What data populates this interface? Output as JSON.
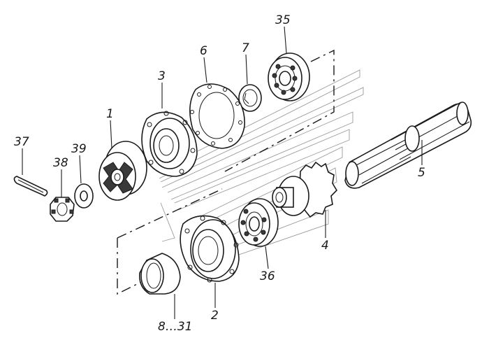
{
  "callouts": [
    {
      "id": "c35",
      "text": "35"
    },
    {
      "id": "c6",
      "text": "6"
    },
    {
      "id": "c7",
      "text": "7"
    },
    {
      "id": "c3",
      "text": "3"
    },
    {
      "id": "c1",
      "text": "1"
    },
    {
      "id": "c37",
      "text": "37"
    },
    {
      "id": "c39",
      "text": "39"
    },
    {
      "id": "c38",
      "text": "38"
    },
    {
      "id": "c5",
      "text": "5"
    },
    {
      "id": "c4",
      "text": "4"
    },
    {
      "id": "c36",
      "text": "36"
    },
    {
      "id": "c2",
      "text": "2"
    },
    {
      "id": "c831",
      "text": "8…31"
    }
  ]
}
